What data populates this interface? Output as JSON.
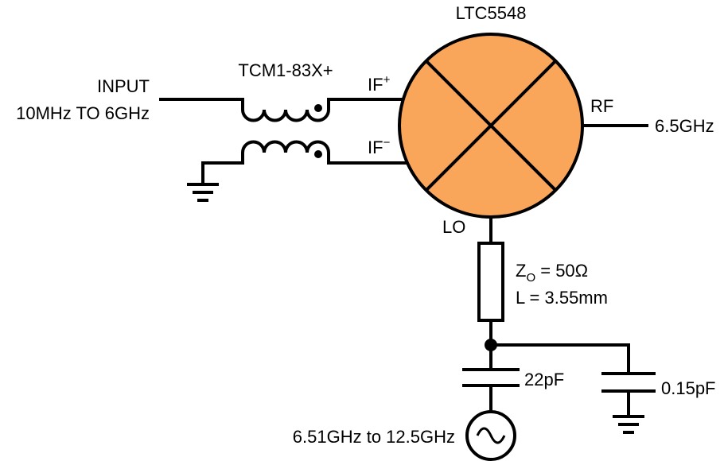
{
  "mixer": {
    "part": "LTC5548",
    "fill_color": "#F9A65A",
    "icon": "mixer-x-in-circle"
  },
  "transformer": {
    "part": "TCM1-83X+"
  },
  "input": {
    "line1": "INPUT",
    "line2": "10MHz TO 6GHz"
  },
  "ports": {
    "if_plus": {
      "base": "IF",
      "sup": "+"
    },
    "if_minus": {
      "base": "IF",
      "sup": "−"
    },
    "rf": "RF",
    "lo": "LO"
  },
  "output": {
    "freq": "6.5GHz"
  },
  "transmission_line": {
    "z_prefix": "Z",
    "z_sub": "O",
    "z_value": " = 50Ω",
    "length": "L = 3.55mm"
  },
  "capacitors": {
    "series": "22pF",
    "shunt": "0.15pF"
  },
  "lo_source": {
    "label": "6.51GHz to 12.5GHz",
    "icon": "ac-source-sine-icon"
  }
}
